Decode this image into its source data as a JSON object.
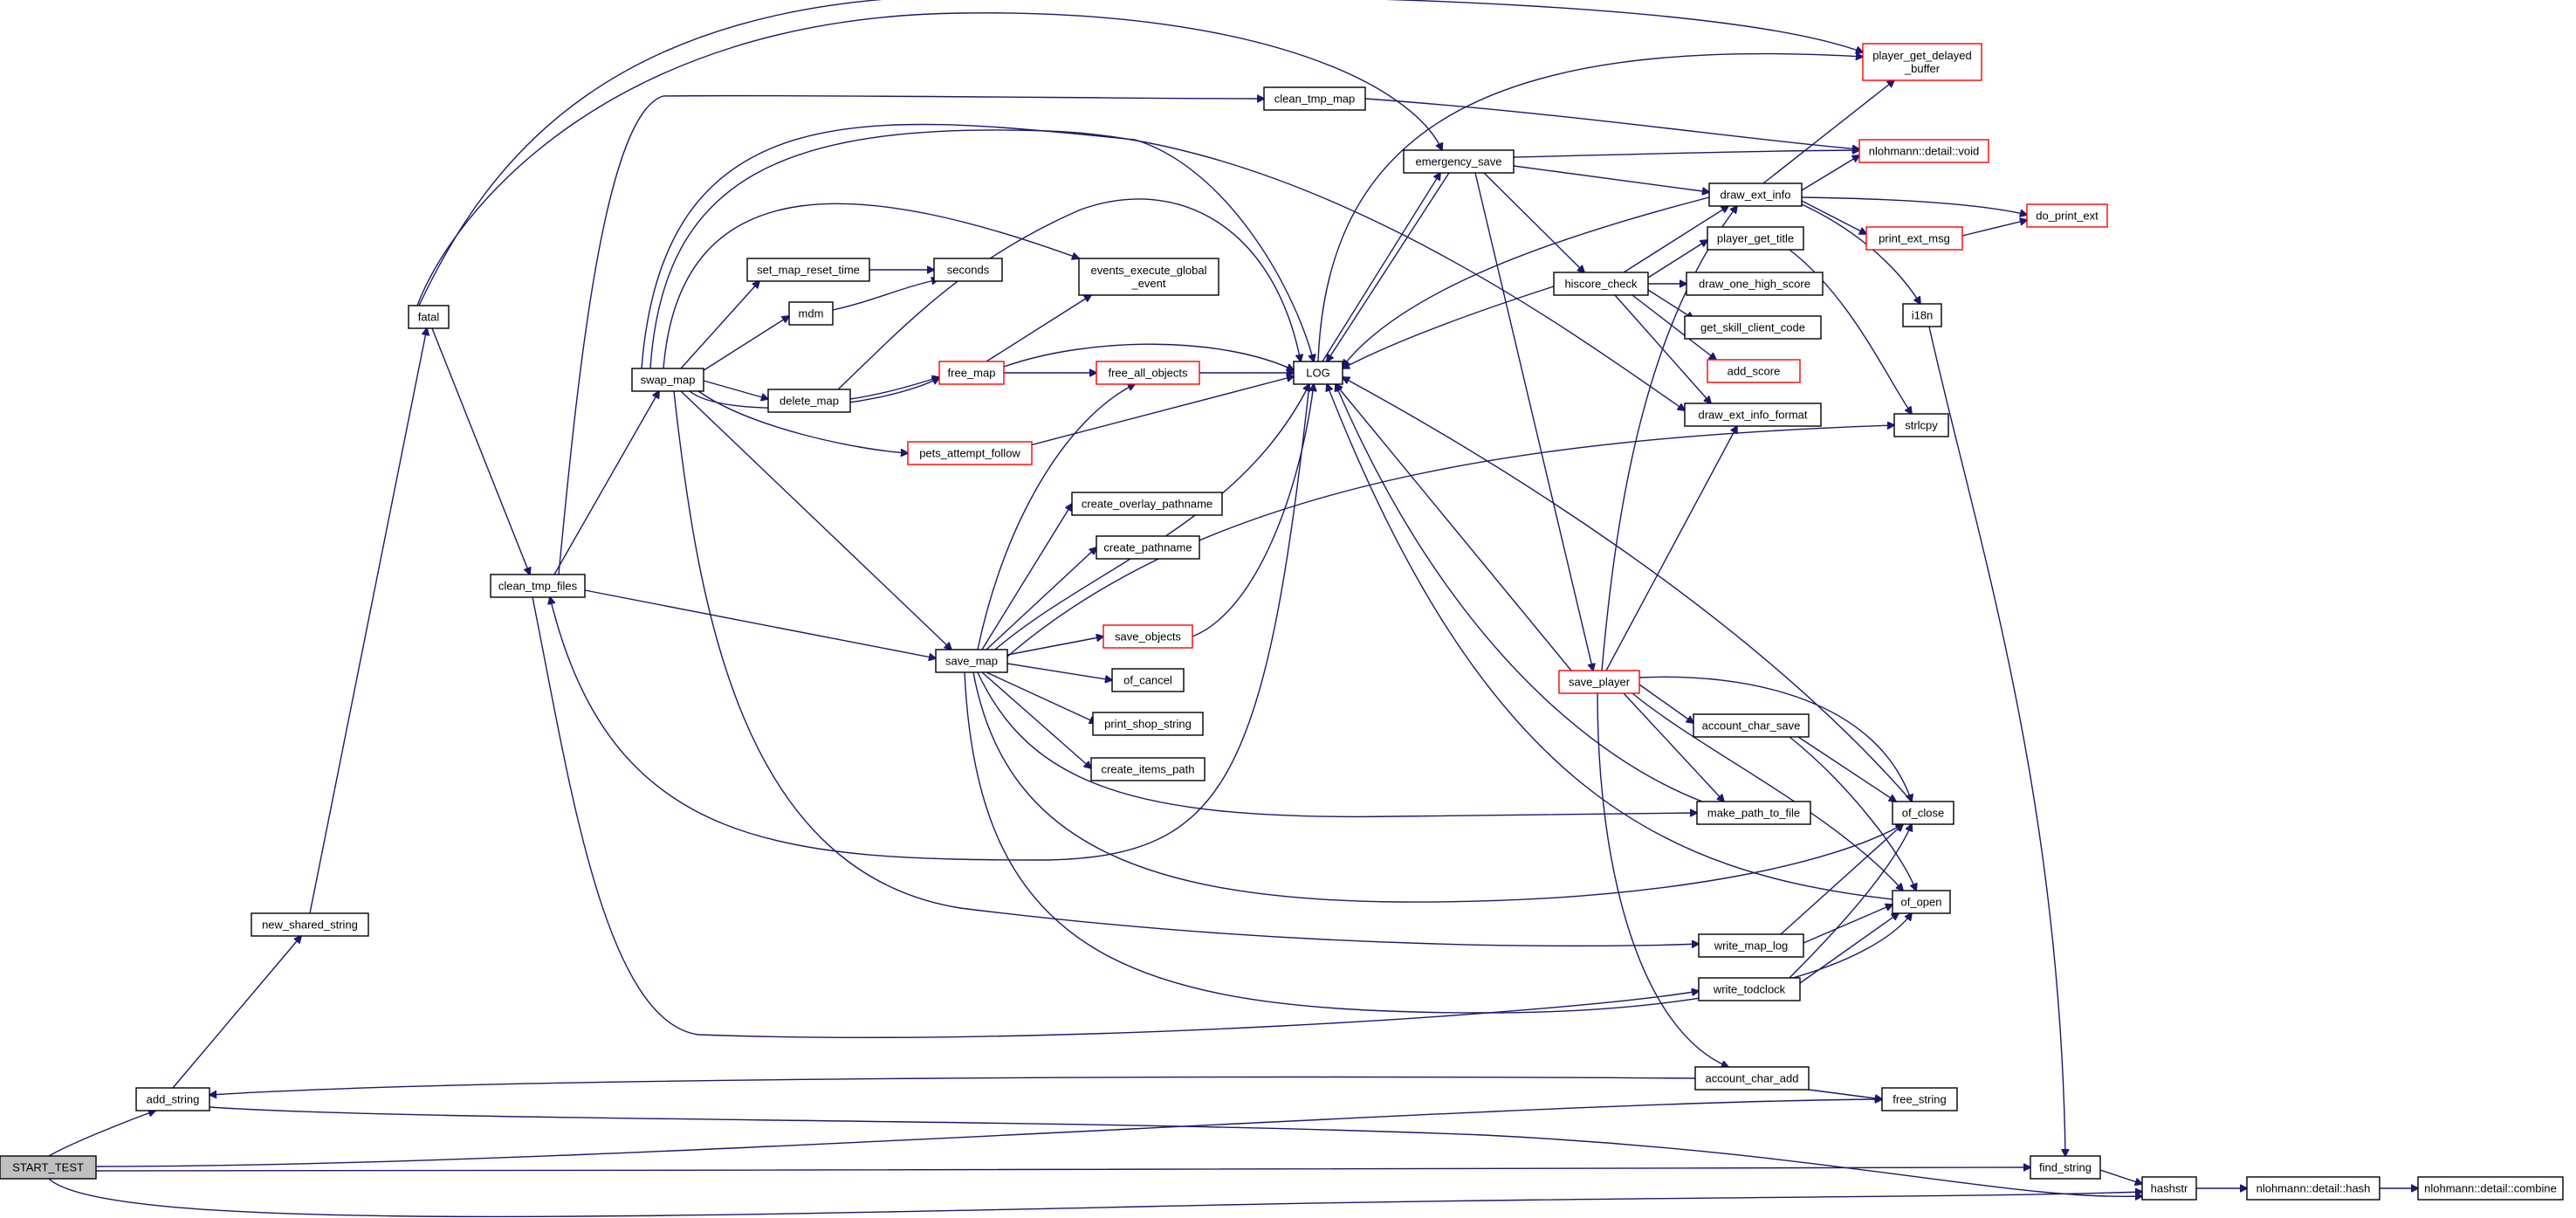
{
  "diagram": {
    "type": "call-graph",
    "colors": {
      "edge": "#191970",
      "node_border": "#000000",
      "node_border_highlight": "#ff0000",
      "start_fill": "#bfbfbf"
    },
    "nodes": [
      {
        "id": "start_test",
        "label": [
          "START_TEST"
        ],
        "style": "start"
      },
      {
        "id": "add_string",
        "label": [
          "add_string"
        ]
      },
      {
        "id": "new_shared_string",
        "label": [
          "new_shared_string"
        ]
      },
      {
        "id": "fatal",
        "label": [
          "fatal"
        ]
      },
      {
        "id": "clean_tmp_files",
        "label": [
          "clean_tmp_files"
        ]
      },
      {
        "id": "swap_map",
        "label": [
          "swap_map"
        ]
      },
      {
        "id": "set_map_reset_time",
        "label": [
          "set_map_reset_time"
        ]
      },
      {
        "id": "mdm",
        "label": [
          "mdm"
        ]
      },
      {
        "id": "delete_map",
        "label": [
          "delete_map"
        ]
      },
      {
        "id": "seconds",
        "label": [
          "seconds"
        ]
      },
      {
        "id": "events_execute_global_event",
        "label": [
          "events_execute_global",
          "_event"
        ]
      },
      {
        "id": "free_map",
        "label": [
          "free_map"
        ],
        "style": "red"
      },
      {
        "id": "free_all_objects",
        "label": [
          "free_all_objects"
        ],
        "style": "red"
      },
      {
        "id": "pets_attempt_follow",
        "label": [
          "pets_attempt_follow"
        ],
        "style": "red"
      },
      {
        "id": "log",
        "label": [
          "LOG"
        ]
      },
      {
        "id": "clean_tmp_map",
        "label": [
          "clean_tmp_map"
        ]
      },
      {
        "id": "emergency_save",
        "label": [
          "emergency_save"
        ]
      },
      {
        "id": "save_map",
        "label": [
          "save_map"
        ]
      },
      {
        "id": "create_overlay_pathname",
        "label": [
          "create_overlay_pathname"
        ]
      },
      {
        "id": "create_pathname",
        "label": [
          "create_pathname"
        ]
      },
      {
        "id": "save_objects",
        "label": [
          "save_objects"
        ],
        "style": "red"
      },
      {
        "id": "of_cancel",
        "label": [
          "of_cancel"
        ]
      },
      {
        "id": "print_shop_string",
        "label": [
          "print_shop_string"
        ]
      },
      {
        "id": "create_items_path",
        "label": [
          "create_items_path"
        ]
      },
      {
        "id": "player_get_delayed_buffer",
        "label": [
          "player_get_delayed",
          "_buffer"
        ],
        "style": "red"
      },
      {
        "id": "nlohmann_detail_void",
        "label": [
          "nlohmann::detail::void"
        ],
        "style": "red"
      },
      {
        "id": "draw_ext_info",
        "label": [
          "draw_ext_info"
        ]
      },
      {
        "id": "do_print_ext",
        "label": [
          "do_print_ext"
        ],
        "style": "red"
      },
      {
        "id": "print_ext_msg",
        "label": [
          "print_ext_msg"
        ],
        "style": "red"
      },
      {
        "id": "i18n",
        "label": [
          "i18n"
        ]
      },
      {
        "id": "player_get_title",
        "label": [
          "player_get_title"
        ]
      },
      {
        "id": "hiscore_check",
        "label": [
          "hiscore_check"
        ]
      },
      {
        "id": "draw_one_high_score",
        "label": [
          "draw_one_high_score"
        ]
      },
      {
        "id": "get_skill_client_code",
        "label": [
          "get_skill_client_code"
        ]
      },
      {
        "id": "add_score",
        "label": [
          "add_score"
        ],
        "style": "red"
      },
      {
        "id": "draw_ext_info_format",
        "label": [
          "draw_ext_info_format"
        ]
      },
      {
        "id": "strlcpy",
        "label": [
          "strlcpy"
        ]
      },
      {
        "id": "save_player",
        "label": [
          "save_player"
        ],
        "style": "red"
      },
      {
        "id": "account_char_save",
        "label": [
          "account_char_save"
        ]
      },
      {
        "id": "make_path_to_file",
        "label": [
          "make_path_to_file"
        ]
      },
      {
        "id": "of_close",
        "label": [
          "of_close"
        ]
      },
      {
        "id": "of_open",
        "label": [
          "of_open"
        ]
      },
      {
        "id": "write_map_log",
        "label": [
          "write_map_log"
        ]
      },
      {
        "id": "write_todclock",
        "label": [
          "write_todclock"
        ]
      },
      {
        "id": "account_char_add",
        "label": [
          "account_char_add"
        ]
      },
      {
        "id": "free_string",
        "label": [
          "free_string"
        ]
      },
      {
        "id": "find_string",
        "label": [
          "find_string"
        ]
      },
      {
        "id": "hashstr",
        "label": [
          "hashstr"
        ]
      },
      {
        "id": "nlohmann_detail_hash",
        "label": [
          "nlohmann::detail::hash"
        ]
      },
      {
        "id": "nlohmann_detail_combine",
        "label": [
          "nlohmann::detail::combine"
        ]
      }
    ]
  }
}
